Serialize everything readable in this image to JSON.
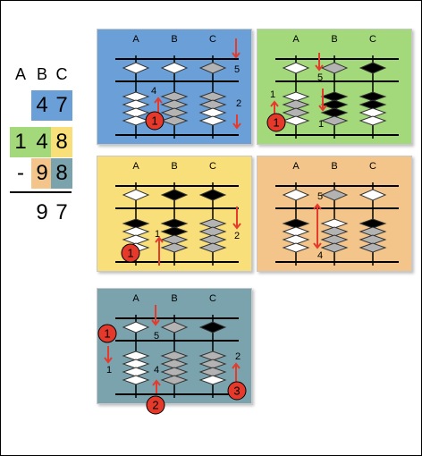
{
  "calculation": {
    "headers": [
      "A",
      "B",
      "C"
    ],
    "row1": [
      "",
      "4",
      "7"
    ],
    "row2": [
      "1",
      "4",
      "8"
    ],
    "row3": [
      "-",
      "9",
      "8"
    ],
    "result": [
      "",
      "9",
      "7"
    ]
  },
  "colors": {
    "blue": "#6b9fd8",
    "green": "#a3d97a",
    "yellow": "#f8df7a",
    "orange": "#f3c58a",
    "teal": "#7aa3ad",
    "grey_bead": "#b3b3b3",
    "arrow": "#e43b2c",
    "badge": "#e53a2b"
  },
  "panels": [
    {
      "name": "panel-1",
      "bg": "#6b9fd8",
      "cols": [
        "A",
        "B",
        "C"
      ],
      "top": [
        "w",
        "w",
        "g"
      ],
      "bottom": [
        [
          "w",
          "w",
          "w",
          "w"
        ],
        [
          "g",
          "g",
          "g",
          "g"
        ],
        [
          "g",
          "g",
          "w",
          "w"
        ]
      ],
      "numbers": [
        "5",
        "4",
        "2"
      ],
      "badges": [
        "1"
      ]
    },
    {
      "name": "panel-2",
      "bg": "#a3d97a",
      "cols": [
        "A",
        "B",
        "C"
      ],
      "top": [
        "w",
        "g",
        "b"
      ],
      "bottom": [
        [
          "w",
          "g",
          "g",
          "w"
        ],
        [
          "b",
          "b",
          "b",
          "g"
        ],
        [
          "b",
          "b",
          "w",
          "w"
        ]
      ],
      "numbers": [
        "5",
        "1",
        "1"
      ],
      "badges": [
        "1"
      ]
    },
    {
      "name": "panel-3",
      "bg": "#f8df7a",
      "cols": [
        "A",
        "B",
        "C"
      ],
      "top": [
        "w",
        "b",
        "b"
      ],
      "bottom": [
        [
          "b",
          "w",
          "w",
          "w"
        ],
        [
          "b",
          "b",
          "g",
          "g"
        ],
        [
          "g",
          "g",
          "g",
          "g"
        ]
      ],
      "numbers": [
        "1",
        "2"
      ],
      "badges": [
        "1"
      ]
    },
    {
      "name": "panel-4",
      "bg": "#f3c58a",
      "cols": [
        "A",
        "B",
        "C"
      ],
      "top": [
        "w",
        "g",
        "w"
      ],
      "bottom": [
        [
          "b",
          "w",
          "w",
          "w"
        ],
        [
          "w",
          "g",
          "g",
          "g"
        ],
        [
          "b",
          "g",
          "g",
          "g"
        ]
      ],
      "numbers": [
        "5",
        "4"
      ],
      "badges": []
    },
    {
      "name": "panel-5",
      "bg": "#7aa3ad",
      "cols": [
        "A",
        "B",
        "C"
      ],
      "top": [
        "w",
        "g",
        "b"
      ],
      "bottom": [
        [
          "w",
          "w",
          "w",
          "w"
        ],
        [
          "g",
          "g",
          "g",
          "g"
        ],
        [
          "g",
          "g",
          "g",
          "w"
        ]
      ],
      "numbers": [
        "5",
        "1",
        "4",
        "2"
      ],
      "badges": [
        "1",
        "2",
        "3"
      ]
    }
  ]
}
